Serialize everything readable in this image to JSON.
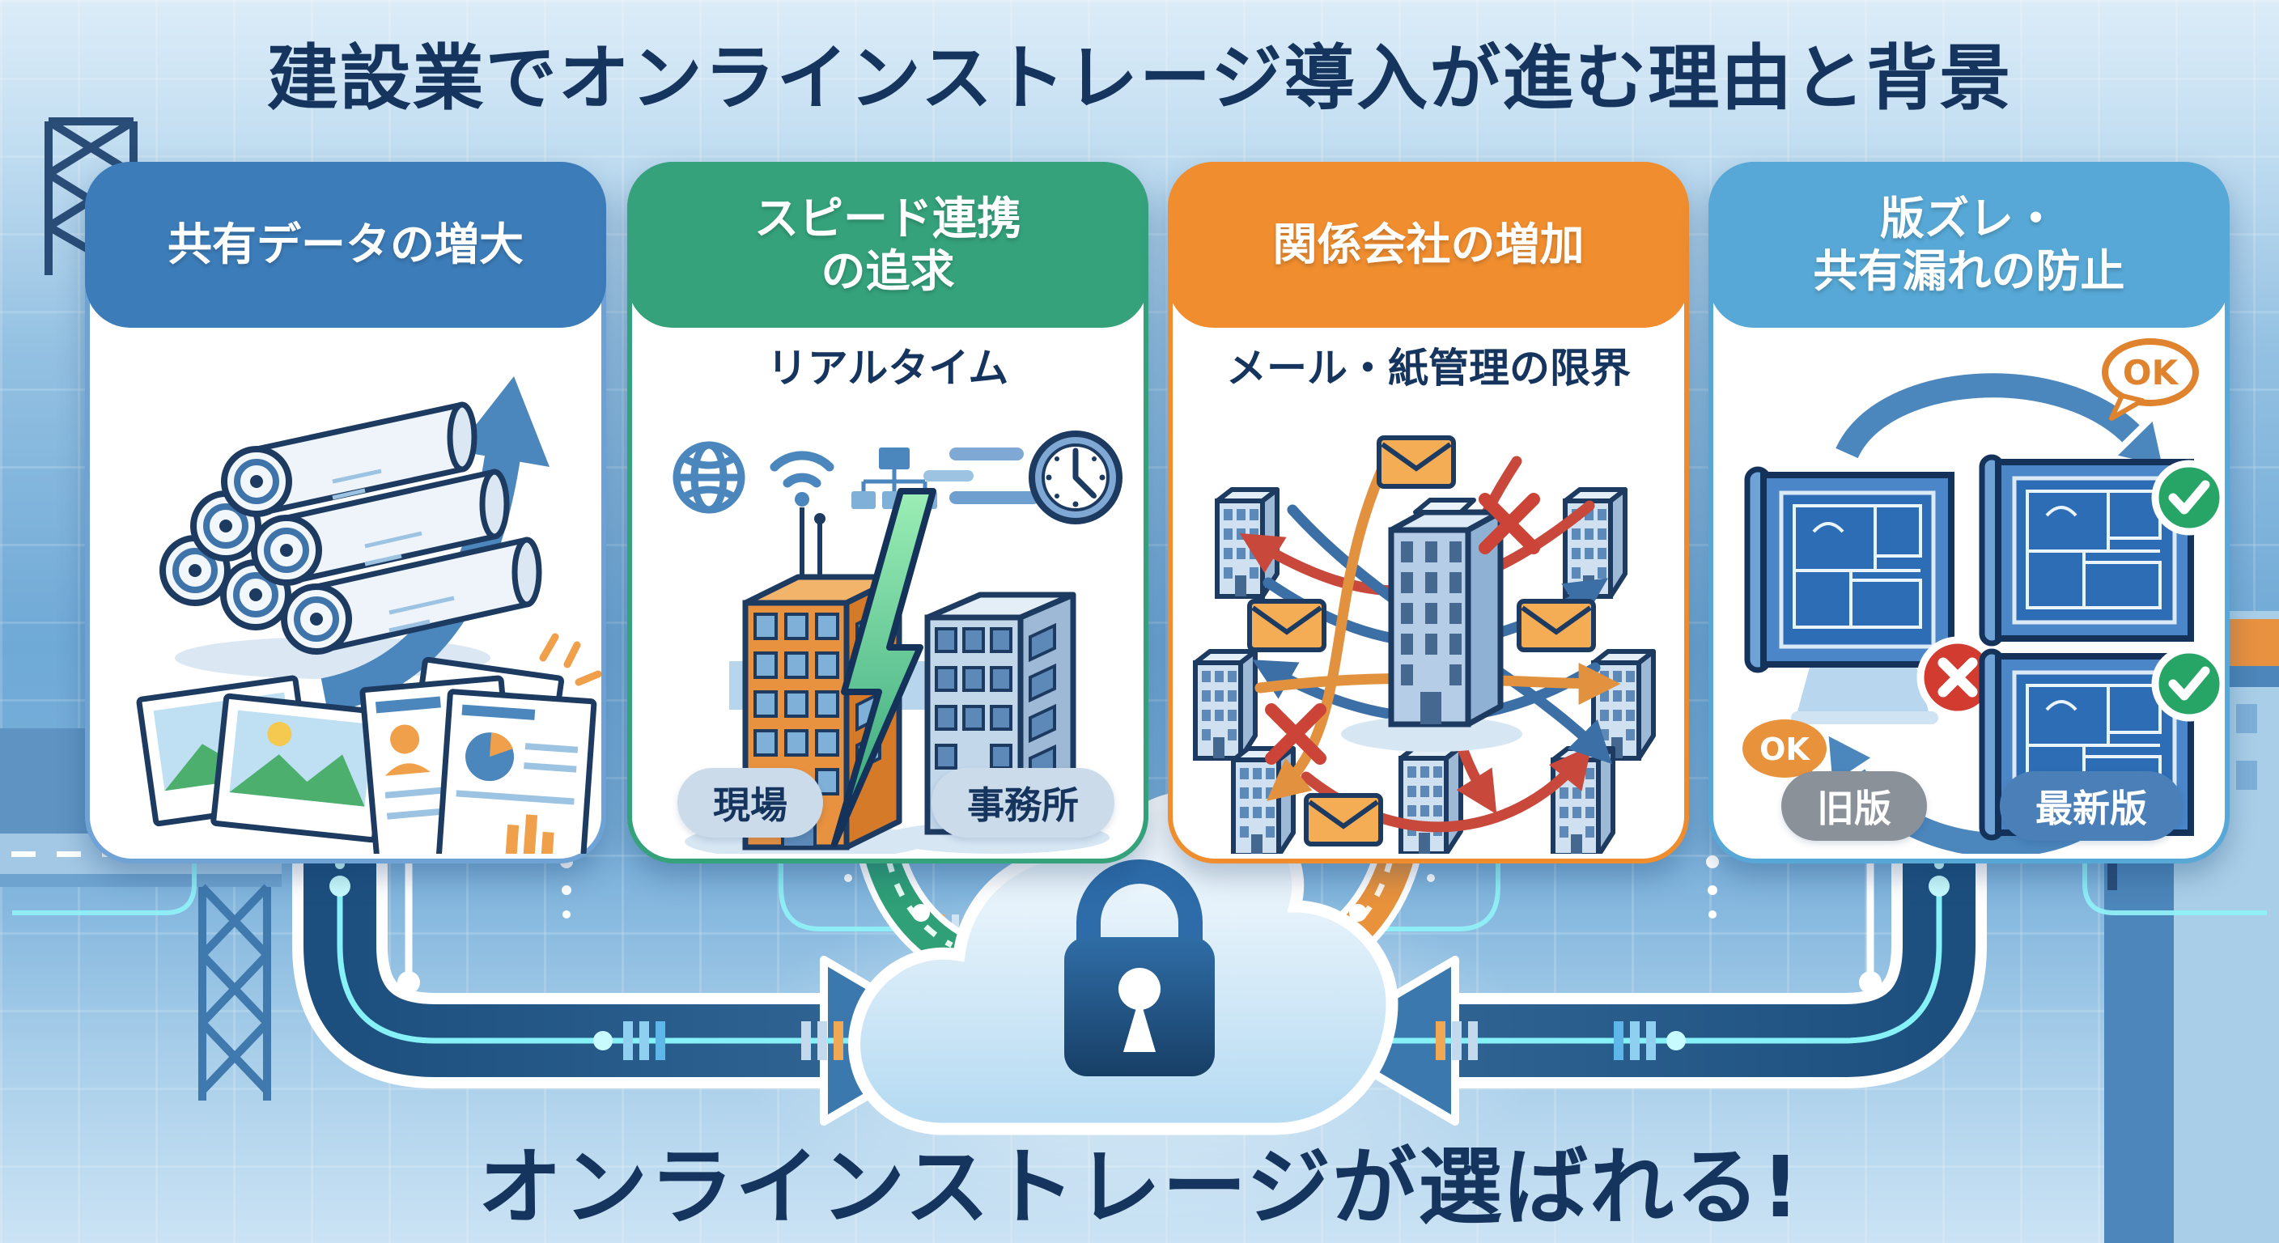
{
  "title": "建設業でオンラインストレージ導入が進む理由と背景",
  "conclusion": "オンラインストレージが選ばれる!",
  "cards": [
    {
      "header": "共有データの増大",
      "accent": "#3c7cb8",
      "icons": [
        "blueprint-rolls-icon",
        "growth-arrow-icon",
        "photos-icon",
        "documents-icon"
      ]
    },
    {
      "header": "スピード連携\nの追求",
      "subtitle": "リアルタイム",
      "site_label": "現場",
      "office_label": "事務所",
      "accent": "#35a27c",
      "icons": [
        "globe-icon",
        "wifi-icon",
        "network-icon",
        "speed-lines-icon",
        "clock-icon",
        "lightning-icon",
        "site-building-icon",
        "office-building-icon"
      ]
    },
    {
      "header": "関係会社の増加",
      "subtitle": "メール・紙管理の限界",
      "accent": "#ef8d2f",
      "icons": [
        "center-building-icon",
        "partner-buildings-icon",
        "mail-envelope-icon",
        "tangled-arrows-icon",
        "error-x-icon"
      ]
    },
    {
      "header": "版ズレ・\n共有漏れの防止",
      "ok_label": "OK",
      "old_label": "旧版",
      "new_label": "最新版",
      "accent": "#57a8d6",
      "icons": [
        "old-blueprint-icon",
        "error-x-icon",
        "new-blueprint-icon",
        "check-icon",
        "cycle-arrows-icon",
        "ok-bubble-icon"
      ]
    }
  ],
  "cloud": {
    "icon": "cloud-lock-icon"
  },
  "colors": {
    "title_text": "#16355e",
    "card1_accent": "#3c7cb8",
    "card2_accent": "#35a27c",
    "card3_accent": "#ef8d2f",
    "card4_accent": "#57a8d6",
    "flow_arrow": "#2e6392",
    "flow_highlight": "#86f2f7",
    "green_arrow": "#2fa077",
    "orange_arrow": "#e8923c",
    "cloud_fill": "#bfe0f5",
    "lock_fill": "#1f5c94",
    "ok_bubble": "#e0832f",
    "check_green": "#27a567",
    "error_red": "#d23b2f"
  }
}
